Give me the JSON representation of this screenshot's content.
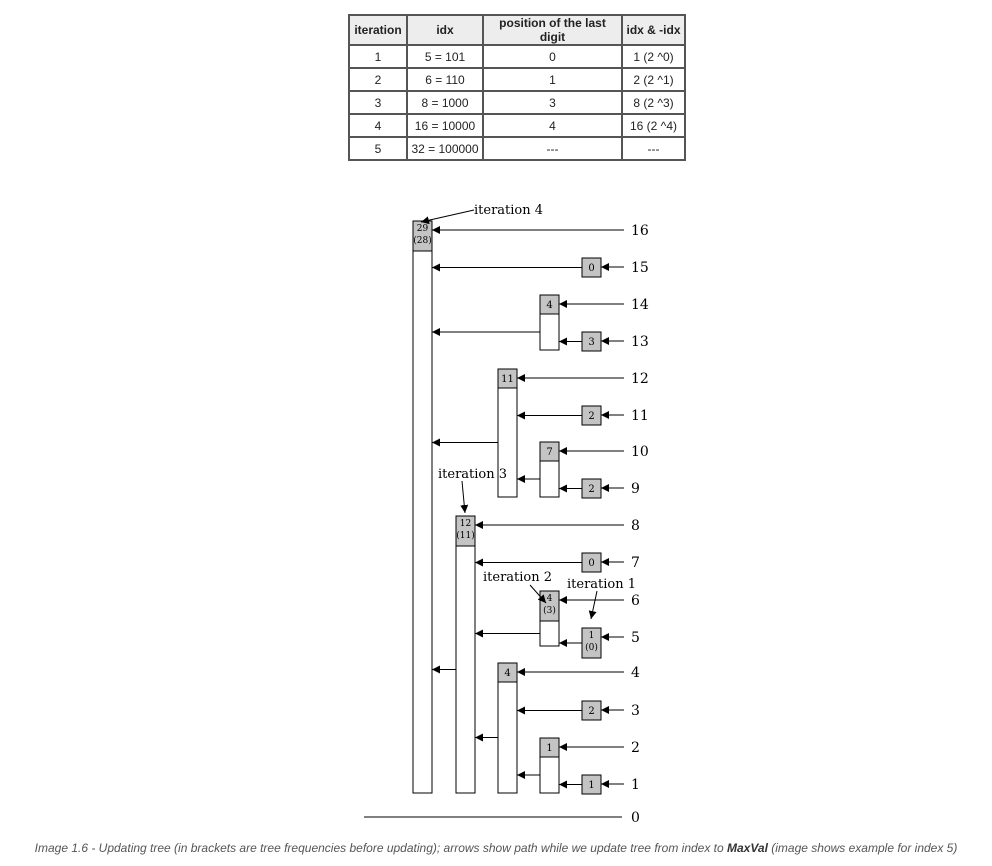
{
  "table": {
    "headers": [
      "iteration",
      "idx",
      "position of the last digit",
      "idx & -idx"
    ],
    "rows": [
      [
        "1",
        "5 = 101",
        "0",
        "1 (2 ^0)"
      ],
      [
        "2",
        "6 = 110",
        "1",
        "2 (2 ^1)"
      ],
      [
        "3",
        "8 = 1000",
        "3",
        "8 (2 ^3)"
      ],
      [
        "4",
        "16 = 10000",
        "4",
        "16 (2 ^4)"
      ],
      [
        "5",
        "32 = 100000",
        "---",
        "---"
      ]
    ]
  },
  "diagram": {
    "index_labels": [
      "0",
      "1",
      "2",
      "3",
      "4",
      "5",
      "6",
      "7",
      "8",
      "9",
      "10",
      "11",
      "12",
      "13",
      "14",
      "15",
      "16"
    ],
    "node_values": {
      "16": [
        "29",
        "(28)"
      ],
      "15": [
        "0"
      ],
      "14": [
        "4"
      ],
      "13": [
        "3"
      ],
      "12": [
        "11"
      ],
      "11": [
        "2"
      ],
      "10": [
        "7"
      ],
      "9": [
        "2"
      ],
      "8": [
        "12",
        "(11)"
      ],
      "7": [
        "0"
      ],
      "6": [
        "4",
        "(3)"
      ],
      "5": [
        "1",
        "(0)"
      ],
      "4": [
        "4"
      ],
      "3": [
        "2"
      ],
      "2": [
        "1"
      ],
      "1": [
        "1"
      ]
    },
    "iteration_labels": {
      "it1": "iteration 1",
      "it2": "iteration 2",
      "it3": "iteration 3",
      "it4": "iteration 4"
    }
  },
  "caption": {
    "prefix": "Image 1.6 - Updating tree (in brackets are tree frequencies before updating); arrows show path while we update tree from index to ",
    "bold": "MaxVal",
    "suffix": " (image shows example for index 5)"
  }
}
